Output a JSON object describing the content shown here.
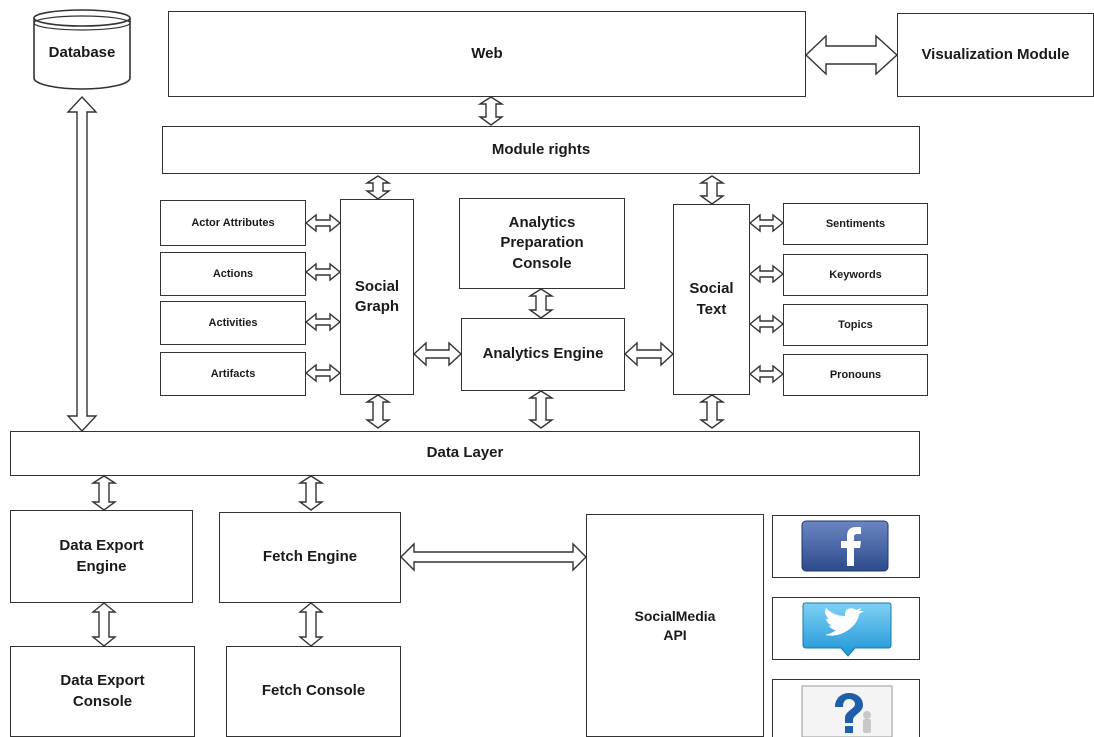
{
  "nodes": {
    "database": "Database",
    "web": "Web",
    "visualization": "Visualization Module",
    "module_rights": "Module rights",
    "actor_attributes": "Actor Attributes",
    "actions": "Actions",
    "activities": "Activities",
    "artifacts": "Artifacts",
    "social_graph": "Social Graph",
    "analytics_prep": "Analytics Preparation Console",
    "analytics_engine": "Analytics Engine",
    "social_text": "Social Text",
    "sentiments": "Sentiments",
    "keywords": "Keywords",
    "topics": "Topics",
    "pronouns": "Pronouns",
    "data_layer": "Data Layer",
    "data_export_engine": "Data Export Engine",
    "fetch_engine": "Fetch Engine",
    "socialmedia_api": "SocialMedia API",
    "data_export_console": "Data Export Console",
    "fetch_console": "Fetch Console"
  },
  "icons": {
    "facebook": "facebook-icon",
    "twitter": "twitter-icon",
    "unknown": "question-mark-icon"
  },
  "colors": {
    "facebook": "#3b5998",
    "twitter": "#2aa3e0",
    "question": "#1f5fa8"
  }
}
